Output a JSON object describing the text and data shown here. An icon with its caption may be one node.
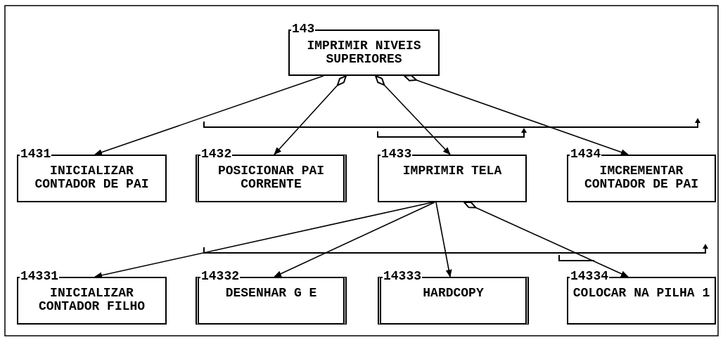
{
  "diagram": {
    "nodes": [
      {
        "text": [
          "143",
          "IMPRIMIR NIVEIS SUPERIORES"
        ]
      },
      {
        "text": [
          "1431",
          "INICIALIZAR CONTADOR DE PAI"
        ]
      },
      {
        "text": [
          "1432",
          "POSICIONAR PAI CORRENTE"
        ]
      },
      {
        "text": [
          "1433",
          "IMPRIMIR TELA"
        ]
      },
      {
        "text": [
          "1434",
          "IMCREMENTAR CONTADOR DE PAI"
        ]
      },
      {
        "text": [
          "14331",
          "INICIALIZAR CONTADOR FILHO"
        ]
      },
      {
        "text": [
          "14332",
          "DESENHAR G E"
        ]
      },
      {
        "text": [
          "14333",
          "HARDCOPY"
        ]
      },
      {
        "text": [
          "14334",
          "COLOCAR NA PILHA 1"
        ]
      }
    ],
    "edges": [
      {
        "from": 0,
        "to": 1,
        "arrow": "to"
      },
      {
        "from": 0,
        "to": 2,
        "arrow": "to"
      },
      {
        "from": 0,
        "to": 3,
        "arrow": "to"
      },
      {
        "from": 0,
        "to": 4,
        "arrow": "to"
      },
      {
        "from": 3,
        "to": 5,
        "arrow": "to"
      },
      {
        "from": 3,
        "to": 6,
        "arrow": "to"
      },
      {
        "from": 3,
        "to": 7,
        "arrow": "to"
      },
      {
        "from": 3,
        "to": 8,
        "arrow": "to"
      }
    ]
  }
}
